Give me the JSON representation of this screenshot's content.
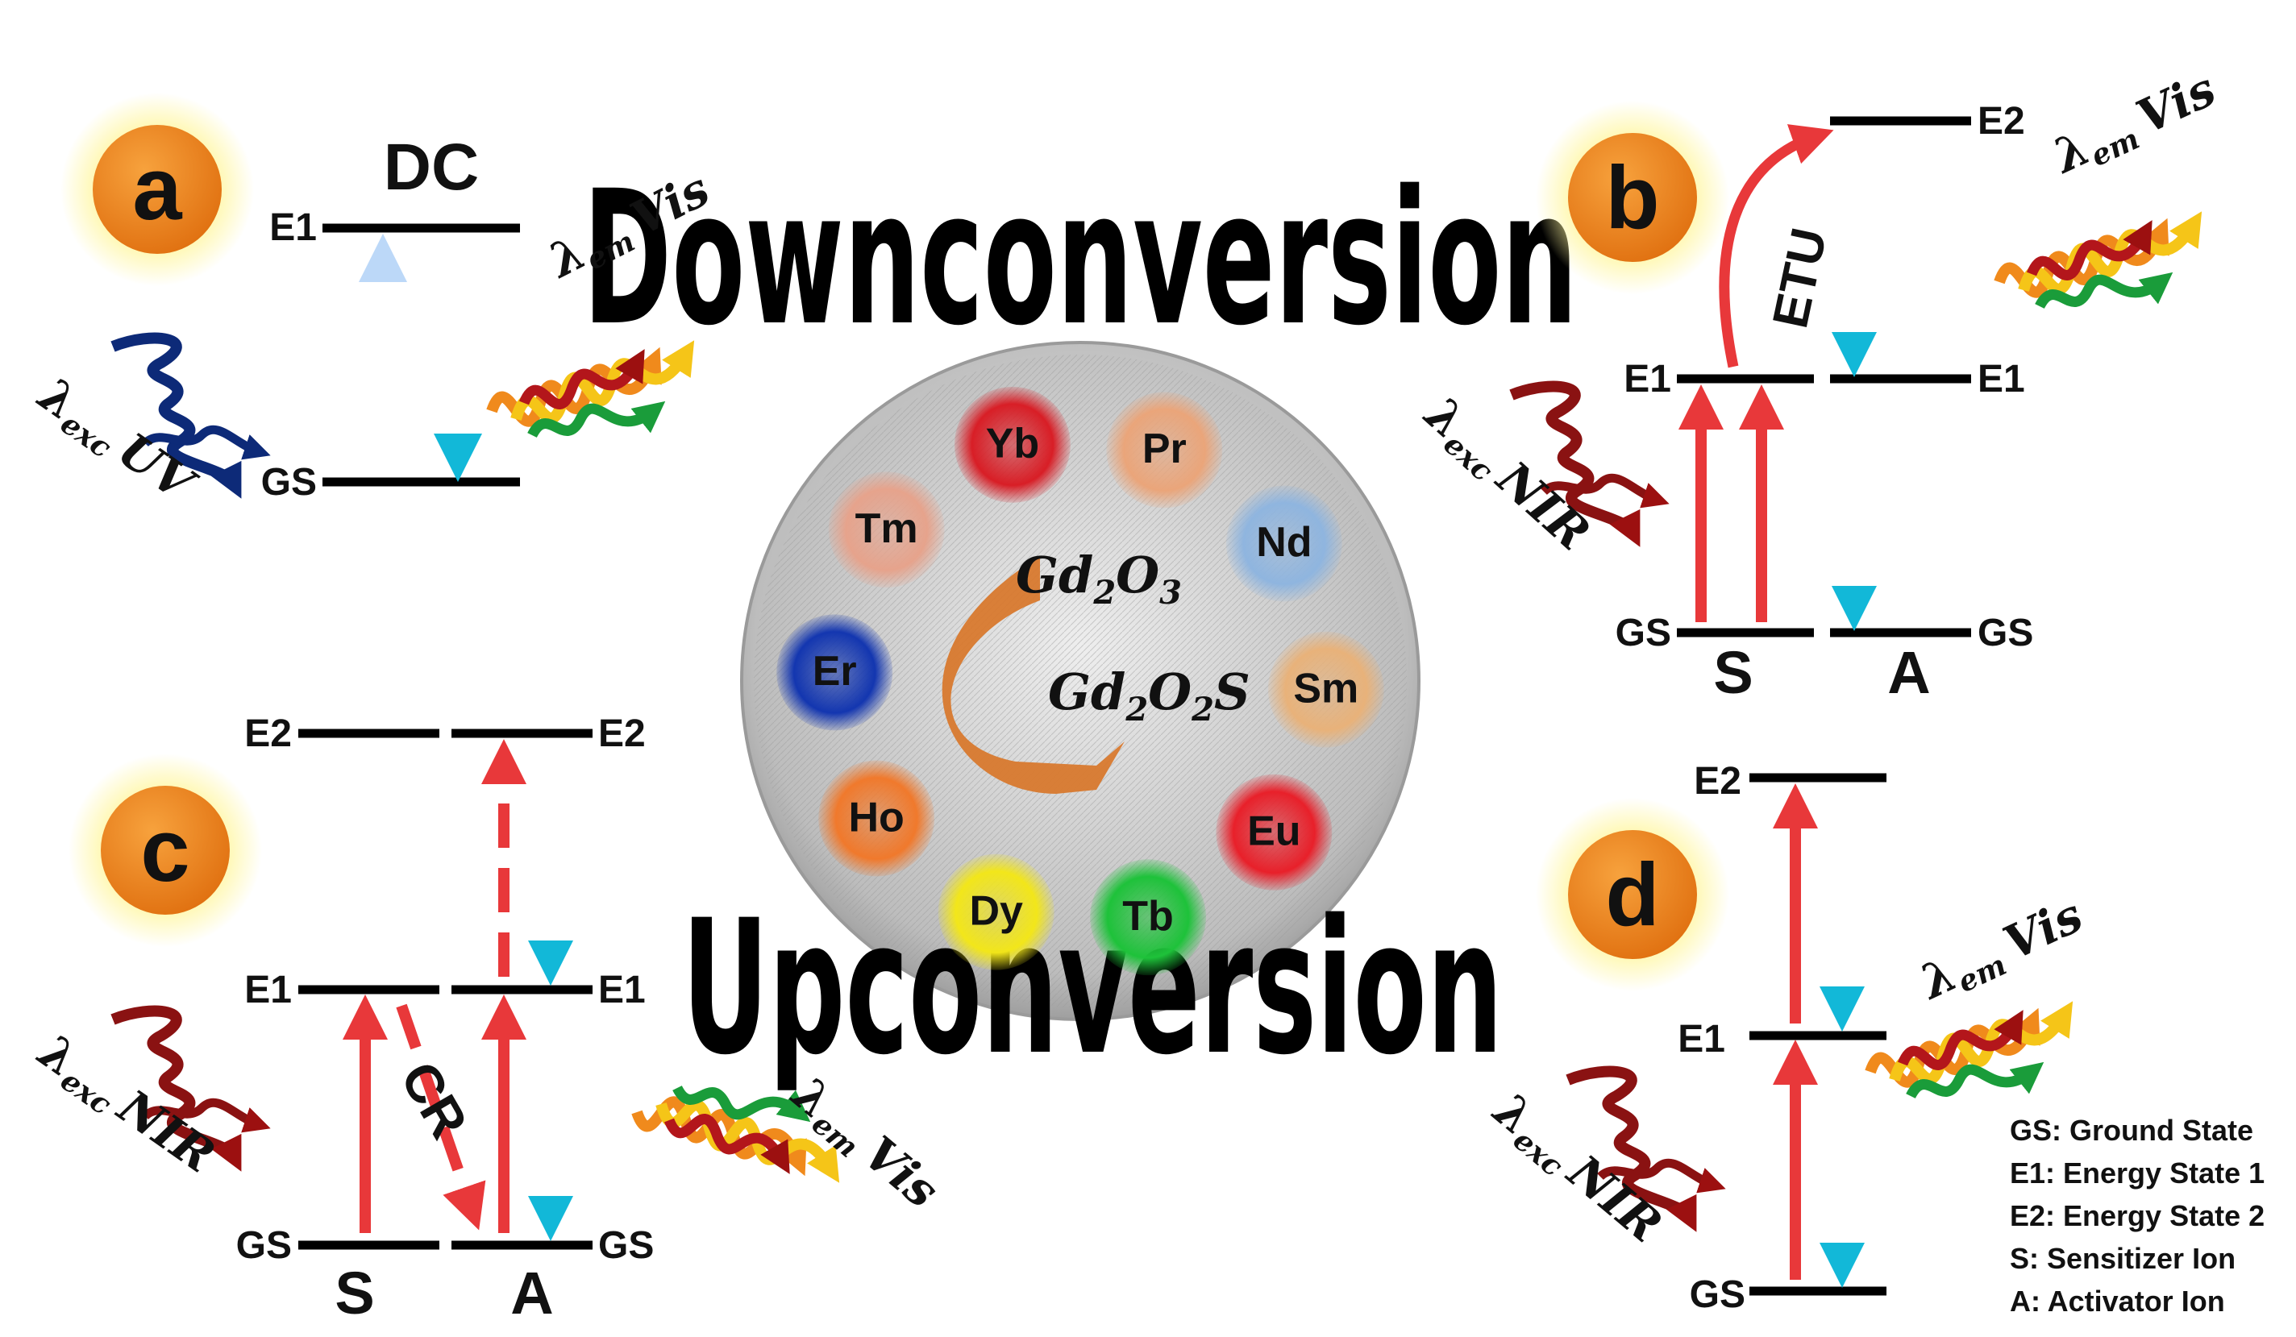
{
  "center": {
    "top_title": "Downconversion",
    "bottom_title": "Upconversion",
    "host_from": {
      "base": "Gd",
      "sub1": "2",
      "mid": "O",
      "sub2": "3"
    },
    "host_to": {
      "base": "Gd",
      "sub1": "2",
      "mid": "O",
      "sub2": "2",
      "tail": "S"
    },
    "ions": [
      {
        "symbol": "Pr",
        "color": "#eaa57a"
      },
      {
        "symbol": "Nd",
        "color": "#8fb5df"
      },
      {
        "symbol": "Sm",
        "color": "#e8b27a"
      },
      {
        "symbol": "Eu",
        "color": "#e8202a"
      },
      {
        "symbol": "Tb",
        "color": "#1ec23a"
      },
      {
        "symbol": "Dy",
        "color": "#f2e61a"
      },
      {
        "symbol": "Ho",
        "color": "#f0792c"
      },
      {
        "symbol": "Er",
        "color": "#1336b0"
      },
      {
        "symbol": "Tm",
        "color": "#e6a38c"
      },
      {
        "symbol": "Yb",
        "color": "#d81e26"
      }
    ]
  },
  "panels": {
    "a": {
      "badge": "a",
      "title": "DC",
      "e1": "E1",
      "gs": "GS",
      "exc_symbol": "λ",
      "exc_sub": "exc",
      "exc_band": "UV",
      "em_symbol": "λ",
      "em_sub": "em",
      "em_band": "Vis"
    },
    "b": {
      "badge": "b",
      "e2": "E2",
      "e1_left": "E1",
      "e1_right": "E1",
      "gs_left": "GS",
      "gs_right": "GS",
      "s": "S",
      "a": "A",
      "process": "ETU",
      "exc_symbol": "λ",
      "exc_sub": "exc",
      "exc_band": "NIR",
      "em_symbol": "λ",
      "em_sub": "em",
      "em_band": "Vis"
    },
    "c": {
      "badge": "c",
      "e2_left": "E2",
      "e2_right": "E2",
      "e1_left": "E1",
      "e1_right": "E1",
      "gs_left": "GS",
      "gs_right": "GS",
      "s": "S",
      "a": "A",
      "process": "CR",
      "exc_symbol": "λ",
      "exc_sub": "exc",
      "exc_band": "NIR",
      "em_symbol": "λ",
      "em_sub": "em",
      "em_band": "Vis"
    },
    "d": {
      "badge": "d",
      "e2": "E2",
      "e1": "E1",
      "gs": "GS",
      "exc_symbol": "λ",
      "exc_sub": "exc",
      "exc_band": "NIR",
      "em_symbol": "λ",
      "em_sub": "em",
      "em_band": "Vis"
    }
  },
  "legend": [
    "GS: Ground State",
    "E1: Energy State 1",
    "E2: Energy State 2",
    "S: Sensitizer Ion",
    "A: Activator Ion"
  ],
  "colors": {
    "badge": "#f08a1c",
    "excitation_red": "#e8383a",
    "excitation_uv": "#0d2a78",
    "host_arrow": "#d8792e"
  }
}
